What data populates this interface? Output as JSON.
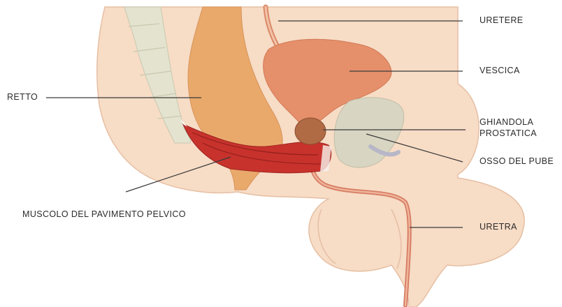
{
  "labels": {
    "uretere": "URETERE",
    "vescica": "VESCICA",
    "retto": "RETTO",
    "ghiandola_line1": "GHIANDOLA",
    "ghiandola_line2": "PROSTATICA",
    "osso_pube": "OSSO DEL PUBE",
    "muscolo": "MUSCOLO DEL PAVIMENTO PELVICO",
    "uretra": "URETRA"
  },
  "colors": {
    "skin": "#f7dcc6",
    "skin_edge": "#e6bfa3",
    "bone": "#e3e3cf",
    "rectum": "#e9a96b",
    "bladder": "#e58f6b",
    "prostate": "#b06b45",
    "pubic_bone": "#d8d6c2",
    "muscle": "#c8322c",
    "leader_line": "#3a3a3a"
  }
}
